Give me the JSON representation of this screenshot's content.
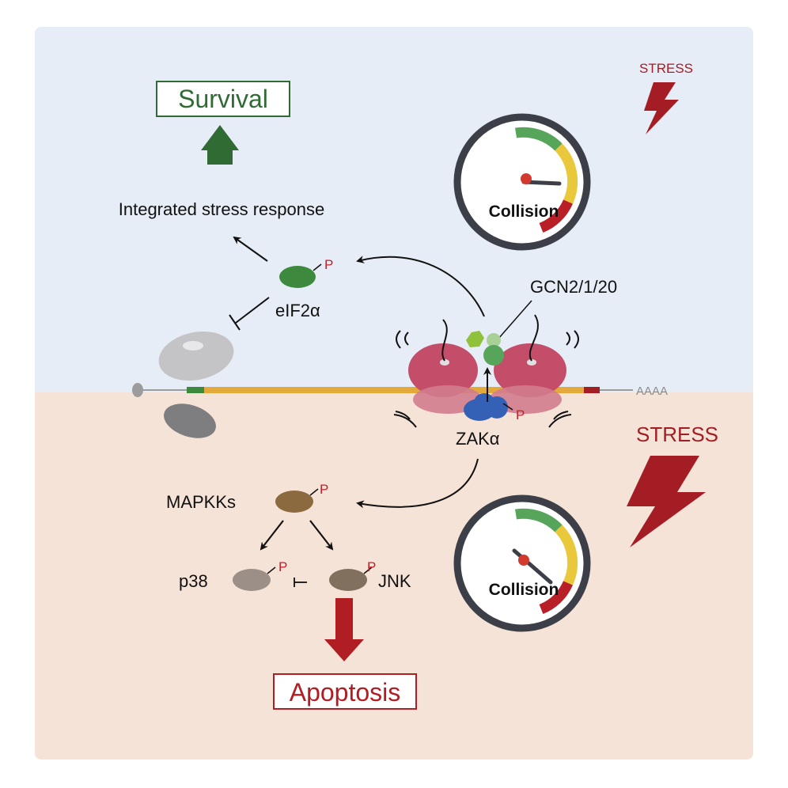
{
  "colors": {
    "top_panel": "#e6edf6",
    "bottom_panel": "#f6e3d7",
    "survival_green": "#2f6b33",
    "apoptosis_red": "#b01e24",
    "stress_red": "#a51d24",
    "ribosome_pink": "#c44d6a",
    "mrna_orange": "#e3a93a",
    "zak_blue": "#3461b5",
    "eif2a_green": "#3d8a3e",
    "mapkk_brown": "#8b6a3f",
    "p38_grey": "#9b8f87",
    "jnk_brown": "#82705f",
    "phospho_red": "#c0212a"
  },
  "top": {
    "survival": "Survival",
    "isr": "Integrated stress response",
    "eif2a": "eIF2α",
    "gcn2": "GCN2/1/20",
    "stress": "STRESS",
    "gauge_label": "Collision",
    "phospho": "P"
  },
  "bottom": {
    "stress": "STRESS",
    "zak": "ZAKα",
    "mapkks": "MAPKKs",
    "p38": "p38",
    "jnk": "JNK",
    "apoptosis": "Apoptosis",
    "gauge_label": "Collision",
    "phospho": "P"
  },
  "mrna": {
    "polya": "AAAA"
  },
  "gauges": {
    "low_stress_level": "low",
    "high_stress_level": "high"
  }
}
